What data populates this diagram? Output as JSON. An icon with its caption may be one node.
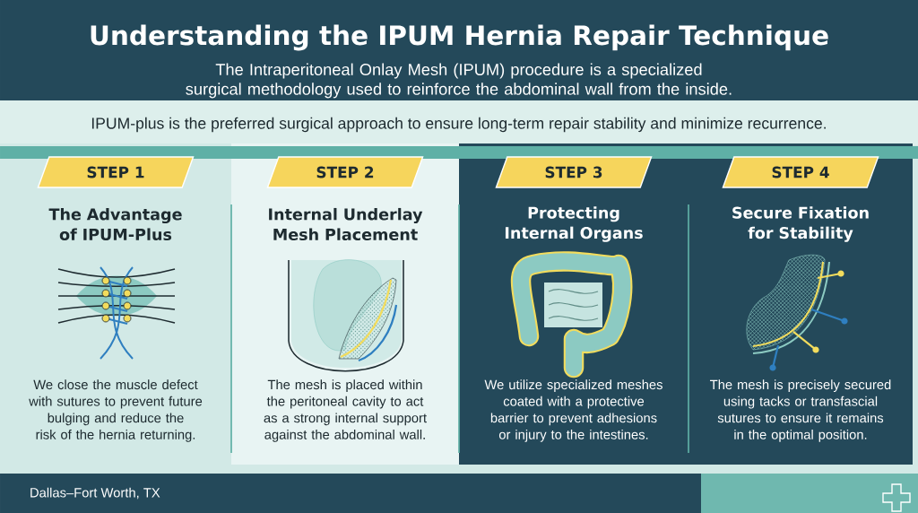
{
  "diagram": {
    "title": "Understanding the IPUM Hernia Repair Technique",
    "nodes": [
      {
        "text": [
          "The Advantage of IPUM-Plus",
          "We close the muscle defect with sutures to prevent future bulging and reduce the risk of the hernia returning."
        ]
      },
      {
        "text": [
          "STEP 1"
        ],
        "in": 0
      },
      {
        "text": [
          "Internal Underlay Mesh Placement",
          "The mesh is placed within the peritoneal cavity to act as a strong internal support against the abdominal wall."
        ]
      },
      {
        "text": [
          "STEP 2"
        ],
        "in": 2
      },
      {
        "text": [
          "Protecting Internal Organs",
          "We utilize specialized meshes coated with a protective barrier to prevent adhesions or injury to the intestines."
        ]
      },
      {
        "text": [
          "STEP 3"
        ],
        "in": 4
      },
      {
        "text": [
          "Secure Fixation for Stability",
          "The mesh is precisely secured using tacks or transfascial sutures to ensure it remains in the optimal position."
        ]
      },
      {
        "text": [
          "STEP 4"
        ],
        "in": 6
      }
    ],
    "labels": [
      "The Intraperitoneal Onlay Mesh (IPUM) procedure is a specialized surgical methodology used to reinforce the abdominal wall from the inside.",
      "IPUM-plus is the preferred surgical approach to ensure long-term repair stability and minimize recurrence.",
      "Dallas–Fort Worth, TX"
    ]
  }
}
